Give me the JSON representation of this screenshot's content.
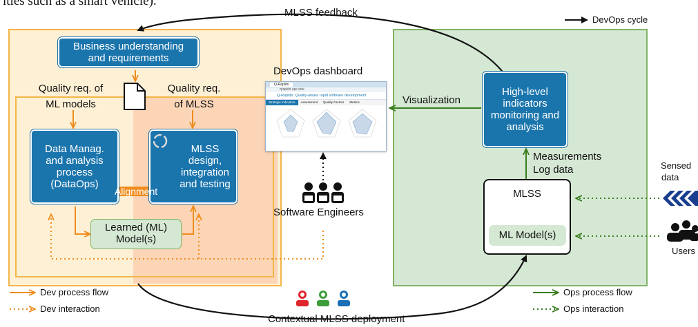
{
  "header_fragment": "ities such as a smart vehicle).",
  "feedback_label": "MLSS feedback",
  "deployment_label": "Contextual MLSS deployment",
  "legend": {
    "devops_cycle": "DevOps cycle",
    "dev_process_flow": "Dev process flow",
    "dev_interaction": "Dev interaction",
    "ops_process_flow": "Ops process flow",
    "ops_interaction": "Ops interaction"
  },
  "dev": {
    "business": "Business understanding and requirements",
    "quality_ml_line1": "Quality req. of",
    "quality_ml_line2": "ML models",
    "quality_mlss_line1": "Quality req.",
    "quality_mlss_line2": "of MLSS",
    "data_manag": "Data Manag. and analysis process (DataOps)",
    "mlss_design": "MLSS design, integration and testing",
    "alignment": "Alignment",
    "learned_model_line1": "Learned (ML)",
    "learned_model_line2": "Model(s)"
  },
  "center": {
    "dashboard_title": "DevOps dashboard",
    "visualization": "Visualization",
    "engineers": "Software Engineers",
    "screenshot": {
      "tab": "Q-Rapids",
      "url": "qrapids.upc.edu",
      "app_title": "Q-Rapids: Quality-aware rapid software development",
      "nav": [
        "Strategic Indicators",
        "Assessment",
        "Quality Factors",
        "Metrics"
      ]
    }
  },
  "ops": {
    "high_level": "High-level indicators monitoring and analysis",
    "measurements": "Measurements",
    "log_data": "Log data",
    "mlss": "MLSS",
    "ml_model": "ML Model(s)",
    "sensed_line1": "Sensed",
    "sensed_line2": "data",
    "users": "Users"
  },
  "colors": {
    "dev_bg": "#fdf0d5",
    "dev_border": "#f3b547",
    "mlss_region": "#fbd5b6",
    "ops_bg": "#d5e8d4",
    "ops_border": "#82b366",
    "blue": "#1b75ad",
    "orange": "#f08c1d",
    "green": "#3a7d1e"
  }
}
